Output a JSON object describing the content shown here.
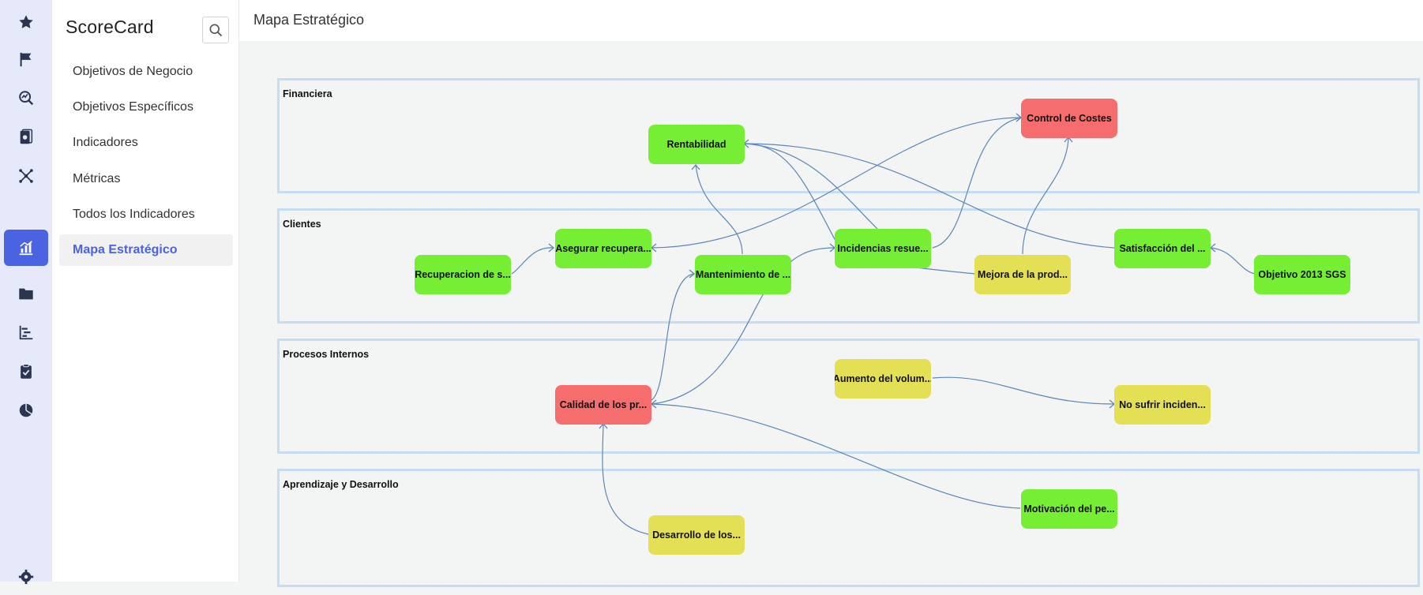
{
  "app": {
    "title": "ScoreCard"
  },
  "page": {
    "title": "Mapa Estratégico"
  },
  "rail": {
    "icons": [
      "star-icon",
      "flag-icon",
      "analytics-search-icon",
      "report-book-icon",
      "network-icon",
      "bar-chart-icon",
      "folder-icon",
      "gantt-icon",
      "clipboard-check-icon",
      "pie-chart-icon",
      "gear-icon"
    ],
    "active": "bar-chart-icon"
  },
  "sidebar": {
    "items": [
      {
        "label": "Objetivos de Negocio"
      },
      {
        "label": "Objetivos Específicos"
      },
      {
        "label": "Indicadores"
      },
      {
        "label": "Métricas"
      },
      {
        "label": "Todos los Indicadores"
      },
      {
        "label": "Mapa Estratégico"
      }
    ],
    "active_index": 5
  },
  "colors": {
    "accent": "#4a63e0",
    "node_green": "#76ee33",
    "node_yellow": "#e3e055",
    "node_red": "#f56d6c",
    "lane_border": "#c5dcf2",
    "edge": "#5b86b5"
  },
  "map": {
    "lanes": [
      {
        "id": "financiera",
        "label": "Financiera"
      },
      {
        "id": "clientes",
        "label": "Clientes"
      },
      {
        "id": "procesos",
        "label": "Procesos Internos"
      },
      {
        "id": "aprendizaje",
        "label": "Aprendizaje y Desarrollo"
      }
    ],
    "nodes": [
      {
        "id": "rentabilidad",
        "label": "Rentabilidad",
        "status": "green"
      },
      {
        "id": "control",
        "label": "Control de Costes",
        "status": "red"
      },
      {
        "id": "recuperacion",
        "label": "Recuperacion de s...",
        "status": "green"
      },
      {
        "id": "asegurar",
        "label": "Asegurar recupera...",
        "status": "green"
      },
      {
        "id": "mantenimiento",
        "label": "Mantenimiento de ...",
        "status": "green"
      },
      {
        "id": "incidencias",
        "label": "Incidencias resue...",
        "status": "green"
      },
      {
        "id": "mejora",
        "label": "Mejora de la prod...",
        "status": "yellow"
      },
      {
        "id": "satisfaccion",
        "label": "Satisfacción del ...",
        "status": "green"
      },
      {
        "id": "objetivo",
        "label": "Objetivo 2013 SGS",
        "status": "green"
      },
      {
        "id": "aumento",
        "label": "Aumento del volum...",
        "status": "yellow"
      },
      {
        "id": "calidad",
        "label": "Calidad de los pr...",
        "status": "red"
      },
      {
        "id": "nosufrir",
        "label": "No sufrir inciden...",
        "status": "yellow"
      },
      {
        "id": "desarrollo",
        "label": "Desarrollo de los...",
        "status": "yellow"
      },
      {
        "id": "motivacion",
        "label": "Motivación del pe...",
        "status": "green"
      }
    ],
    "links": [
      {
        "from": "recuperacion",
        "to": "asegurar"
      },
      {
        "from": "mantenimiento",
        "to": "rentabilidad"
      },
      {
        "from": "mantenimiento",
        "to": "incidencias"
      },
      {
        "from": "mantenimiento",
        "to": "calidad"
      },
      {
        "from": "calidad",
        "to": "mantenimiento"
      },
      {
        "from": "incidencias",
        "to": "rentabilidad"
      },
      {
        "from": "incidencias",
        "to": "control"
      },
      {
        "from": "control",
        "to": "asegurar"
      },
      {
        "from": "mejora",
        "to": "control"
      },
      {
        "from": "mejora",
        "to": "rentabilidad"
      },
      {
        "from": "satisfaccion",
        "to": "rentabilidad"
      },
      {
        "from": "objetivo",
        "to": "satisfaccion"
      },
      {
        "from": "aumento",
        "to": "nosufrir"
      },
      {
        "from": "desarrollo",
        "to": "calidad"
      },
      {
        "from": "motivacion",
        "to": "calidad"
      }
    ]
  }
}
